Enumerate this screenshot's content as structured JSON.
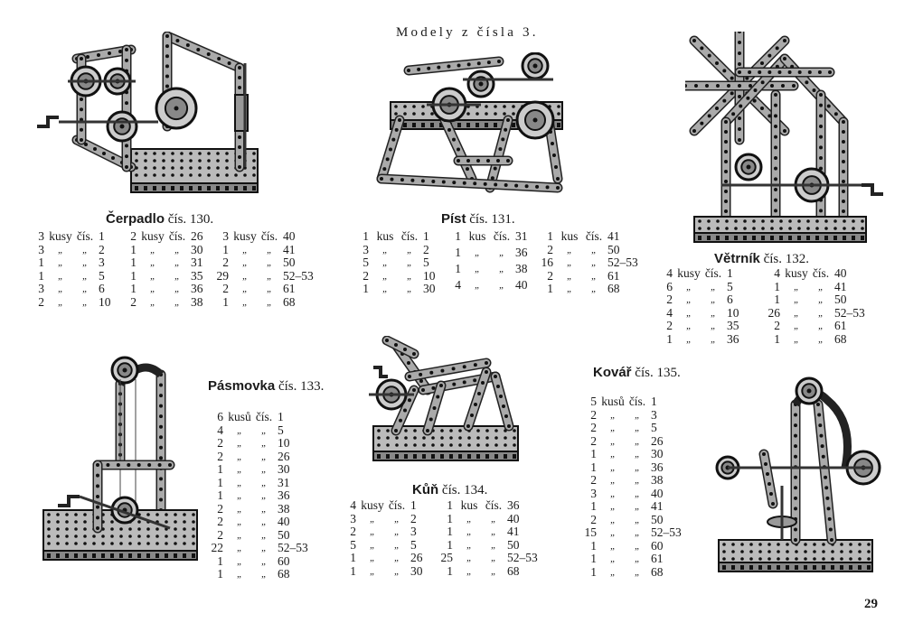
{
  "header": "Modely z čísla 3.",
  "page_number": "29",
  "models": [
    {
      "id": "cerpadlo",
      "name": "Čerpadlo",
      "number": "čís. 130.",
      "groups": [
        [
          [
            "3",
            "kusy",
            "čís.",
            "1"
          ],
          [
            "3",
            "„",
            "„",
            "2"
          ],
          [
            "1",
            "„",
            "„",
            "3"
          ],
          [
            "1",
            "„",
            "„",
            "5"
          ],
          [
            "3",
            "„",
            "„",
            "6"
          ],
          [
            "2",
            "„",
            "„",
            "10"
          ]
        ],
        [
          [
            "2",
            "kusy",
            "čís.",
            "26"
          ],
          [
            "1",
            "„",
            "„",
            "30"
          ],
          [
            "1",
            "„",
            "„",
            "31"
          ],
          [
            "1",
            "„",
            "„",
            "35"
          ],
          [
            "1",
            "„",
            "„",
            "36"
          ],
          [
            "2",
            "„",
            "„",
            "38"
          ]
        ],
        [
          [
            "3",
            "kusy",
            "čís.",
            "40"
          ],
          [
            "1",
            "„",
            "„",
            "41"
          ],
          [
            "2",
            "„",
            "„",
            "50"
          ],
          [
            "29",
            "„",
            "„",
            "52–53"
          ],
          [
            "2",
            "„",
            "„",
            "61"
          ],
          [
            "1",
            "„",
            "„",
            "68"
          ]
        ]
      ]
    },
    {
      "id": "pist",
      "name": "Píst",
      "number": "čís. 131.",
      "groups": [
        [
          [
            "1",
            "kus",
            "čís.",
            "1"
          ],
          [
            "3",
            "„",
            "„",
            "2"
          ],
          [
            "5",
            "„",
            "„",
            "5"
          ],
          [
            "2",
            "„",
            "„",
            "10"
          ],
          [
            "1",
            "„",
            "„",
            "30"
          ]
        ],
        [
          [
            "1",
            "kus",
            "čís.",
            "31"
          ],
          [
            "1",
            "„",
            "„",
            "36"
          ],
          [
            "1",
            "„",
            "„",
            "38"
          ],
          [
            "4",
            "„",
            "„",
            "40"
          ]
        ],
        [
          [
            "1",
            "kus",
            "čís.",
            "41"
          ],
          [
            "2",
            "„",
            "„",
            "50"
          ],
          [
            "16",
            "„",
            "„",
            "52–53"
          ],
          [
            "2",
            "„",
            "„",
            "61"
          ],
          [
            "1",
            "„",
            "„",
            "68"
          ]
        ]
      ]
    },
    {
      "id": "vetrnik",
      "name": "Větrník",
      "number": "čís. 132.",
      "groups": [
        [
          [
            "4",
            "kusy",
            "čís.",
            "1"
          ],
          [
            "6",
            "„",
            "„",
            "5"
          ],
          [
            "2",
            "„",
            "„",
            "6"
          ],
          [
            "4",
            "„",
            "„",
            "10"
          ],
          [
            "2",
            "„",
            "„",
            "35"
          ],
          [
            "1",
            "„",
            "„",
            "36"
          ]
        ],
        [
          [
            "4",
            "kusy",
            "čís.",
            "40"
          ],
          [
            "1",
            "„",
            "„",
            "41"
          ],
          [
            "1",
            "„",
            "„",
            "50"
          ],
          [
            "26",
            "„",
            "„",
            "52–53"
          ],
          [
            "2",
            "„",
            "„",
            "61"
          ],
          [
            "1",
            "„",
            "„",
            "68"
          ]
        ]
      ]
    },
    {
      "id": "pasmovka",
      "name": "Pásmovka",
      "number": "čís. 133.",
      "groups": [
        [
          [
            "6",
            "kusů",
            "čís.",
            "1"
          ],
          [
            "4",
            "„",
            "„",
            "5"
          ],
          [
            "2",
            "„",
            "„",
            "10"
          ],
          [
            "2",
            "„",
            "„",
            "26"
          ],
          [
            "1",
            "„",
            "„",
            "30"
          ],
          [
            "1",
            "„",
            "„",
            "31"
          ],
          [
            "1",
            "„",
            "„",
            "36"
          ],
          [
            "2",
            "„",
            "„",
            "38"
          ],
          [
            "2",
            "„",
            "„",
            "40"
          ],
          [
            "2",
            "„",
            "„",
            "50"
          ],
          [
            "22",
            "„",
            "„",
            "52–53"
          ],
          [
            "1",
            "„",
            "„",
            "60"
          ],
          [
            "1",
            "„",
            "„",
            "68"
          ]
        ]
      ]
    },
    {
      "id": "kun",
      "name": "Kůň",
      "number": "čís. 134.",
      "groups": [
        [
          [
            "4",
            "kusy",
            "čís.",
            "1"
          ],
          [
            "3",
            "„",
            "„",
            "2"
          ],
          [
            "2",
            "„",
            "„",
            "3"
          ],
          [
            "5",
            "„",
            "„",
            "5"
          ],
          [
            "1",
            "„",
            "„",
            "26"
          ],
          [
            "1",
            "„",
            "„",
            "30"
          ]
        ],
        [
          [
            "1",
            "kus",
            "čís.",
            "36"
          ],
          [
            "1",
            "„",
            "„",
            "40"
          ],
          [
            "1",
            "„",
            "„",
            "41"
          ],
          [
            "1",
            "„",
            "„",
            "50"
          ],
          [
            "25",
            "„",
            "„",
            "52–53"
          ],
          [
            "1",
            "„",
            "„",
            "68"
          ]
        ]
      ]
    },
    {
      "id": "kovar",
      "name": "Kovář",
      "number": "čís. 135.",
      "groups": [
        [
          [
            "5",
            "kusů",
            "čís.",
            "1"
          ],
          [
            "2",
            "„",
            "„",
            "3"
          ],
          [
            "2",
            "„",
            "„",
            "5"
          ],
          [
            "2",
            "„",
            "„",
            "26"
          ],
          [
            "1",
            "„",
            "„",
            "30"
          ],
          [
            "1",
            "„",
            "„",
            "36"
          ],
          [
            "2",
            "„",
            "„",
            "38"
          ],
          [
            "3",
            "„",
            "„",
            "40"
          ],
          [
            "1",
            "„",
            "„",
            "41"
          ],
          [
            "2",
            "„",
            "„",
            "50"
          ],
          [
            "15",
            "„",
            "„",
            "52–53"
          ],
          [
            "1",
            "„",
            "„",
            "60"
          ],
          [
            "1",
            "„",
            "„",
            "61"
          ],
          [
            "1",
            "„",
            "„",
            "68"
          ]
        ]
      ]
    }
  ]
}
